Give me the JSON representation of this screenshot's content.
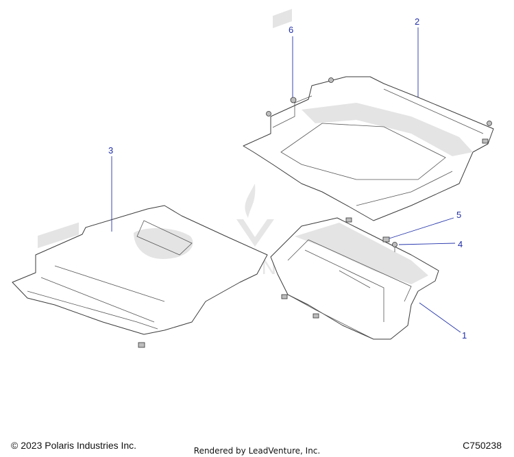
{
  "footer": {
    "copyright": "© 2023 Polaris Industries Inc.",
    "rendered_by": "Rendered by LeadVenture, Inc.",
    "diagram_code": "C750238"
  },
  "watermark": {
    "text": "LEADVENTURE",
    "color": "#cccccc"
  },
  "callouts": [
    {
      "id": "1",
      "label": "1"
    },
    {
      "id": "2",
      "label": "2"
    },
    {
      "id": "3",
      "label": "3"
    },
    {
      "id": "4",
      "label": "4"
    },
    {
      "id": "5",
      "label": "5"
    },
    {
      "id": "6",
      "label": "6"
    }
  ],
  "colors": {
    "callout": "#1f2ea8",
    "leader": "#2233aa"
  }
}
